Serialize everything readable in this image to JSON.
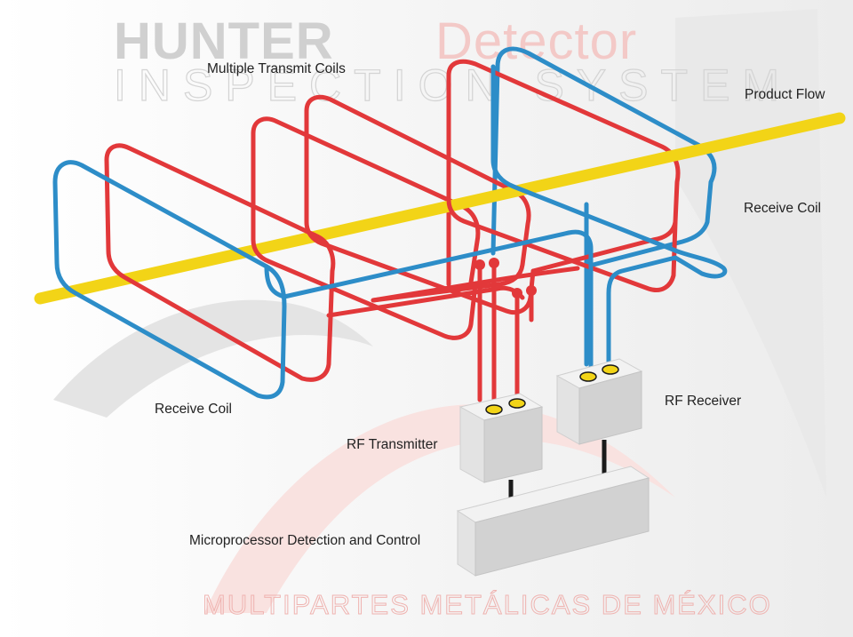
{
  "watermark": {
    "brand_bold": "HUNTER",
    "brand_light": "Detector",
    "tagline": "INSPECTION SYSTEM",
    "footer": "MULTIPARTES METÁLICAS DE MÉXICO"
  },
  "labels": {
    "multiple_transmit_coils": "Multiple Transmit Coils",
    "product_flow": "Product Flow",
    "receive_coil_right": "Receive Coil",
    "receive_coil_left": "Receive Coil",
    "rf_receiver": "RF Receiver",
    "rf_transmitter": "RF Transmitter",
    "microprocessor": "Microprocessor Detection and Control"
  },
  "colors": {
    "transmit_coil": "#e2383a",
    "receive_coil": "#2d8dc8",
    "product_flow": "#f2d417",
    "terminal": "#f2d417",
    "cable": "#1a1a1a"
  }
}
